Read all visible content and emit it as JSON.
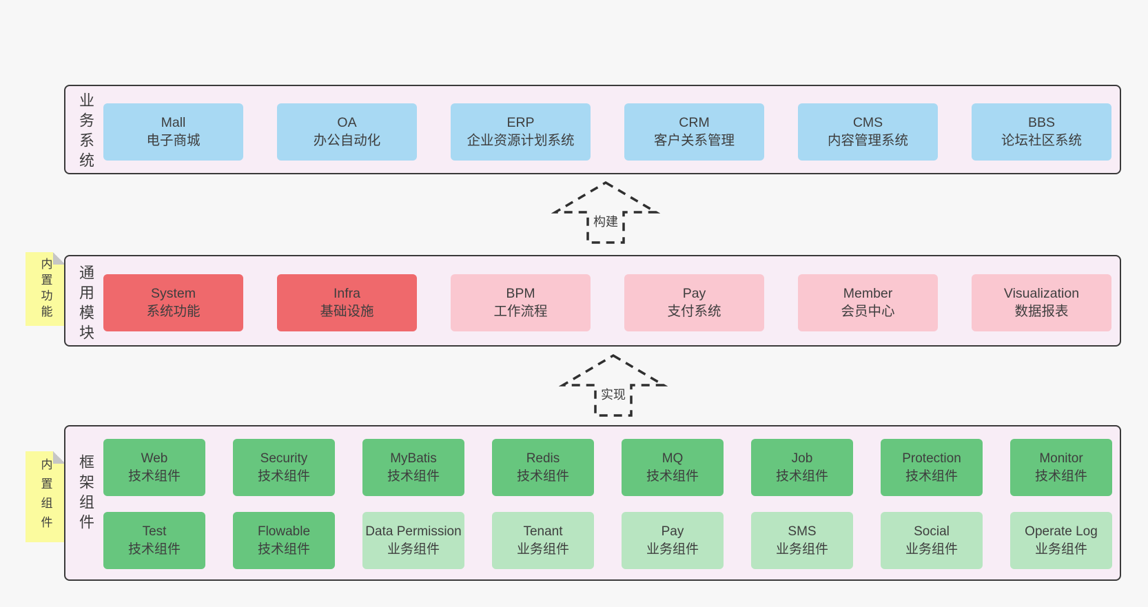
{
  "colors": {
    "page_background": "#f7f7f7",
    "band_background": "#f8edf6",
    "band_border": "#3a3a3a",
    "box_blue": "#a8d9f3",
    "box_red": "#ef696c",
    "box_pink": "#fac7d0",
    "box_green": "#67c67e",
    "box_green_light": "#b8e5c1",
    "sticky_yellow": "#fbfb9e",
    "text": "#3d3d3d"
  },
  "arrows": [
    {
      "label": "构建"
    },
    {
      "label": "实现"
    }
  ],
  "bands": {
    "business": {
      "label": "业务系统",
      "boxes": [
        {
          "en": "Mall",
          "zh": "电子商城",
          "variant": "blue"
        },
        {
          "en": "OA",
          "zh": "办公自动化",
          "variant": "blue"
        },
        {
          "en": "ERP",
          "zh": "企业资源计划系统",
          "variant": "blue"
        },
        {
          "en": "CRM",
          "zh": "客户关系管理",
          "variant": "blue"
        },
        {
          "en": "CMS",
          "zh": "内容管理系统",
          "variant": "blue"
        },
        {
          "en": "BBS",
          "zh": "论坛社区系统",
          "variant": "blue"
        }
      ]
    },
    "modules": {
      "label": "通用模块",
      "sticky": "内置功能",
      "boxes": [
        {
          "en": "System",
          "zh": "系统功能",
          "variant": "red"
        },
        {
          "en": "Infra",
          "zh": "基础设施",
          "variant": "red"
        },
        {
          "en": "BPM",
          "zh": "工作流程",
          "variant": "pink"
        },
        {
          "en": "Pay",
          "zh": "支付系统",
          "variant": "pink"
        },
        {
          "en": "Member",
          "zh": "会员中心",
          "variant": "pink"
        },
        {
          "en": "Visualization",
          "zh": "数据报表",
          "variant": "pink"
        }
      ]
    },
    "components": {
      "label": "框架组件",
      "sticky": "内置组件",
      "row1": [
        {
          "en": "Web",
          "zh": "技术组件",
          "variant": "green"
        },
        {
          "en": "Security",
          "zh": "技术组件",
          "variant": "green"
        },
        {
          "en": "MyBatis",
          "zh": "技术组件",
          "variant": "green"
        },
        {
          "en": "Redis",
          "zh": "技术组件",
          "variant": "green"
        },
        {
          "en": "MQ",
          "zh": "技术组件",
          "variant": "green"
        },
        {
          "en": "Job",
          "zh": "技术组件",
          "variant": "green"
        },
        {
          "en": "Protection",
          "zh": "技术组件",
          "variant": "green"
        },
        {
          "en": "Monitor",
          "zh": "技术组件",
          "variant": "green"
        }
      ],
      "row2": [
        {
          "en": "Test",
          "zh": "技术组件",
          "variant": "green"
        },
        {
          "en": "Flowable",
          "zh": "技术组件",
          "variant": "green"
        },
        {
          "en": "Data Permission",
          "zh": "业务组件",
          "variant": "green-light"
        },
        {
          "en": "Tenant",
          "zh": "业务组件",
          "variant": "green-light"
        },
        {
          "en": "Pay",
          "zh": "业务组件",
          "variant": "green-light"
        },
        {
          "en": "SMS",
          "zh": "业务组件",
          "variant": "green-light"
        },
        {
          "en": "Social",
          "zh": "业务组件",
          "variant": "green-light"
        },
        {
          "en": "Operate Log",
          "zh": "业务组件",
          "variant": "green-light"
        }
      ]
    }
  }
}
